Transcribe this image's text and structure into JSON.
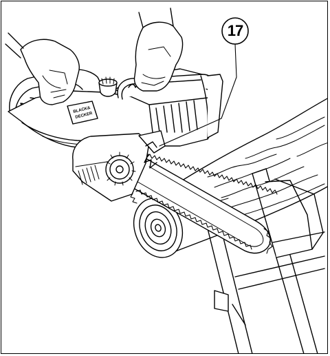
{
  "figure": {
    "callout_label": "17",
    "brand_line1": "BLACK&",
    "brand_line2": "DECKER"
  },
  "subject": {
    "icon": "chainsaw-cutting-log-icon"
  }
}
